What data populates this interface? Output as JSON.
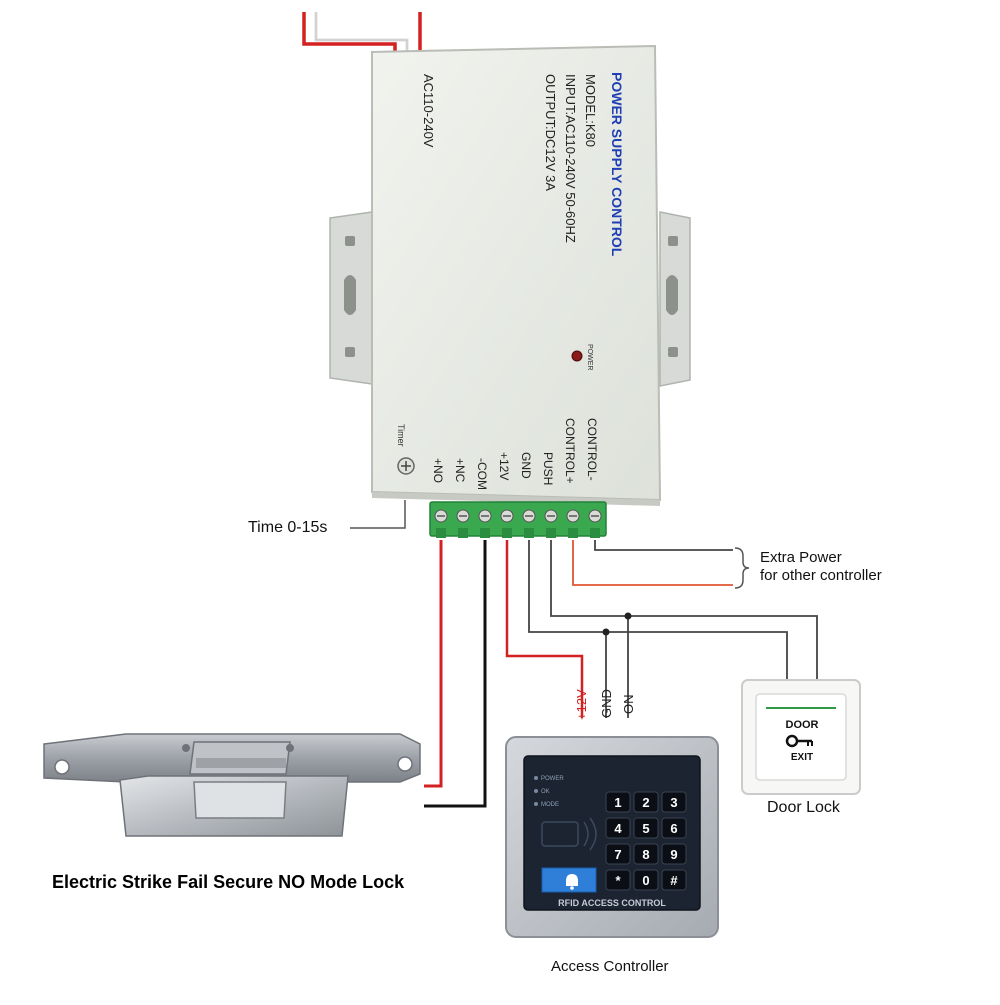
{
  "power_supply": {
    "title": "POWER SUPPLY CONTROL",
    "model": "MODEL:K80",
    "input": "INPUT:AC110-240V  50-60HZ",
    "output": "OUTPUT:DC12V  3A",
    "ac_label": "AC110-240V",
    "power_led_label": "POWER",
    "timer_label": "Timer",
    "terminals": [
      "+NO",
      "+NC",
      "-COM",
      "+12V",
      "GND",
      "PUSH",
      "CONTROL+",
      "CONTROL-"
    ]
  },
  "labels": {
    "time": "Time 0-15s",
    "extra_power_line1": "Extra Power",
    "extra_power_line2": "for other controller",
    "wire_12v": "+12V",
    "wire_gnd": "GND",
    "wire_on": "ON",
    "door_lock": "Door Lock",
    "strike": "Electric Strike Fail Secure NO Mode Lock",
    "access_controller": "Access Controller"
  },
  "exit_button": {
    "top_text": "DOOR",
    "bottom_text": "EXIT"
  },
  "keypad": {
    "keys": [
      "1",
      "2",
      "3",
      "4",
      "5",
      "6",
      "7",
      "8",
      "9",
      "*",
      "0",
      "#"
    ],
    "status_labels": [
      "POWER",
      "OK",
      "MODE"
    ],
    "brand": "RFID ACCESS CONTROL"
  },
  "colors": {
    "red_wire": "#d32020",
    "black_wire": "#111111",
    "gray_wire": "#444444",
    "housing": "#e8ebe4",
    "terminal_green": "#39a84f",
    "lcd_blue": "#2f7fd8"
  }
}
